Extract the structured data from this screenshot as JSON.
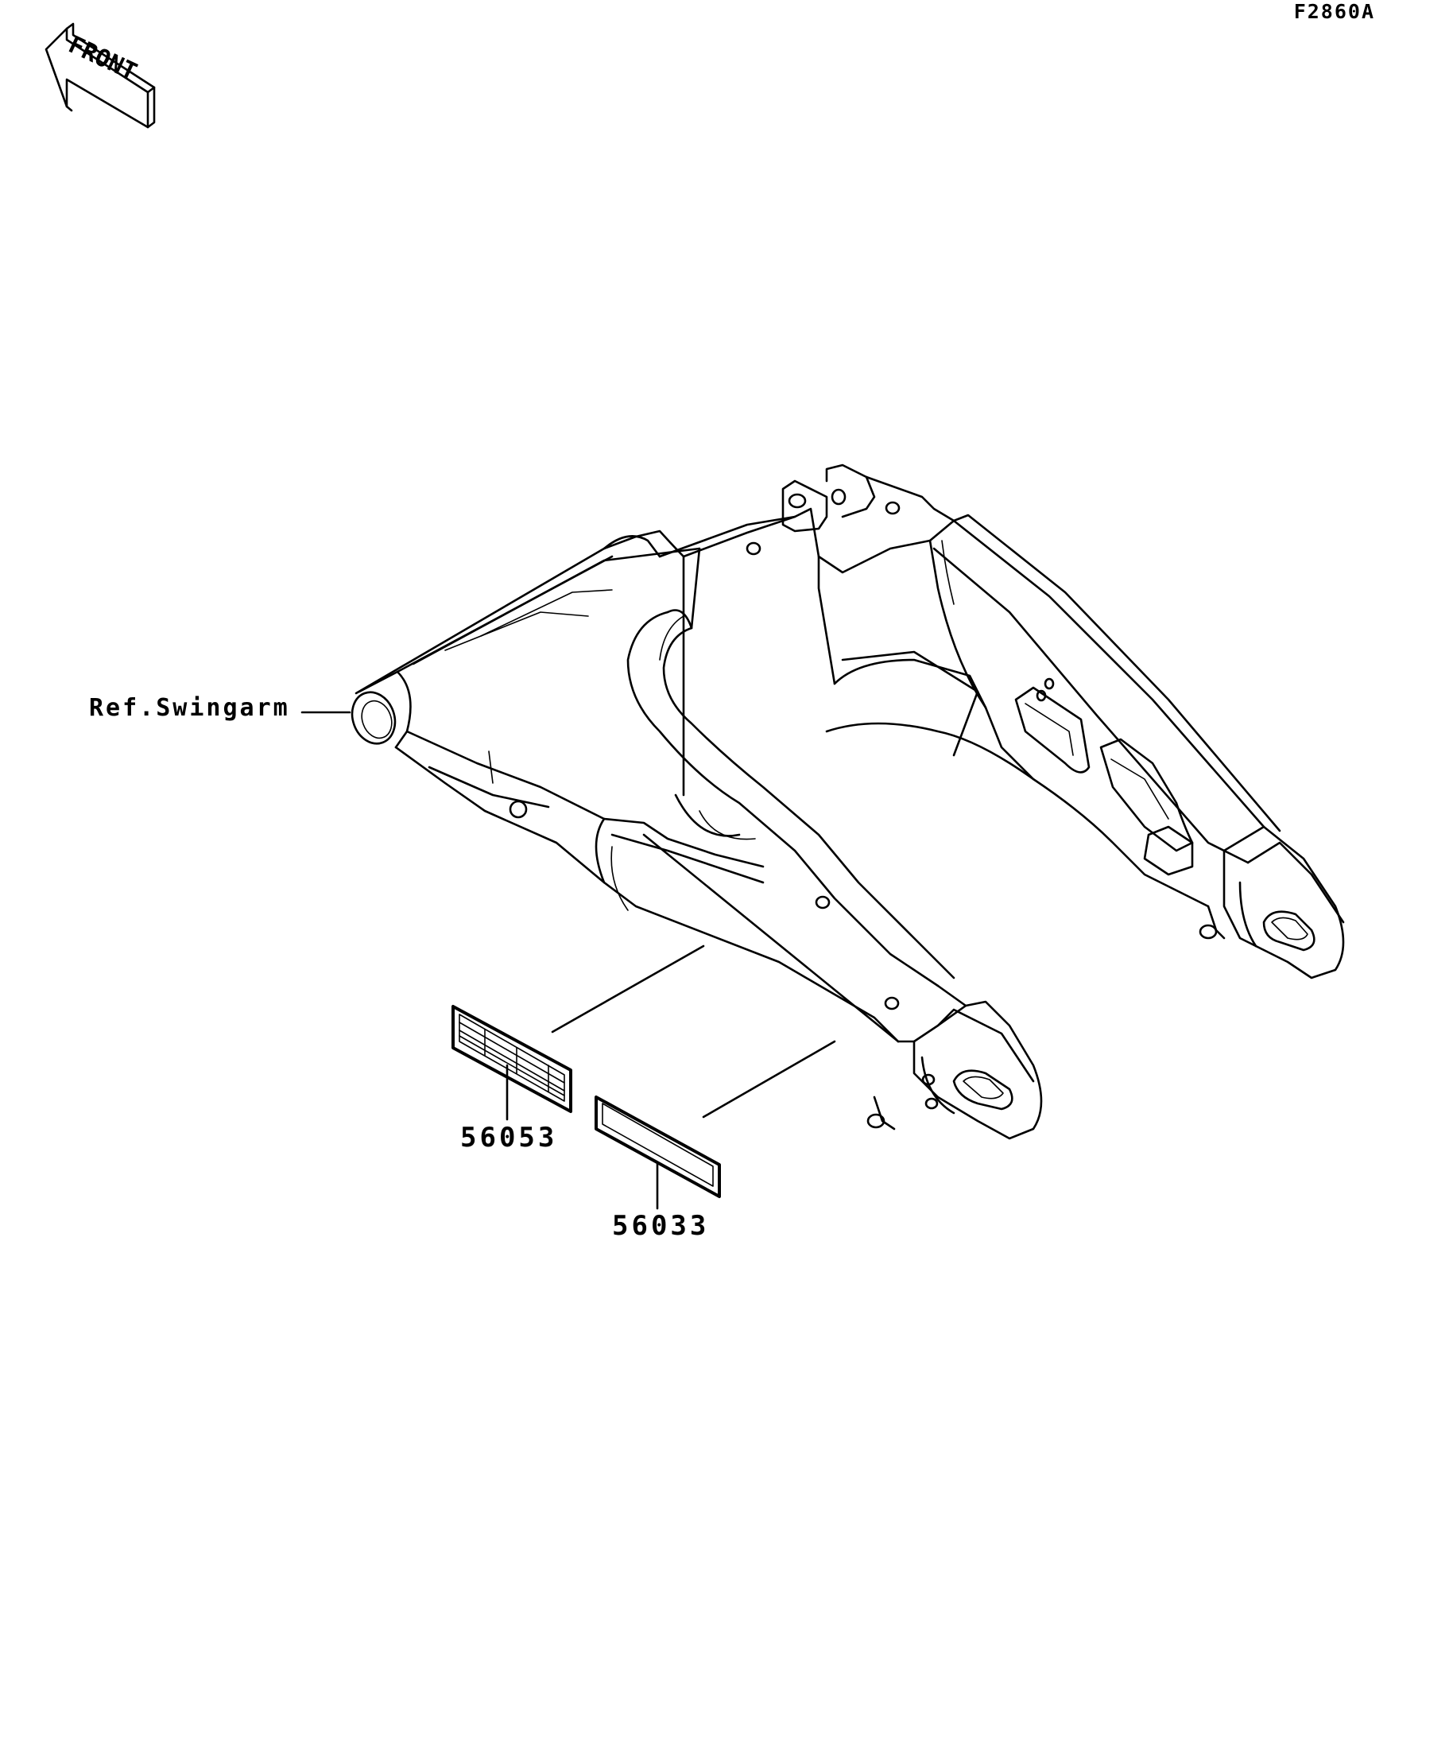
{
  "figure": {
    "id": "F2860A"
  },
  "front_arrow": {
    "text": "FRONT"
  },
  "reference": {
    "label": "Ref.Swingarm"
  },
  "parts": [
    {
      "number": "56053"
    },
    {
      "number": "56033"
    }
  ]
}
